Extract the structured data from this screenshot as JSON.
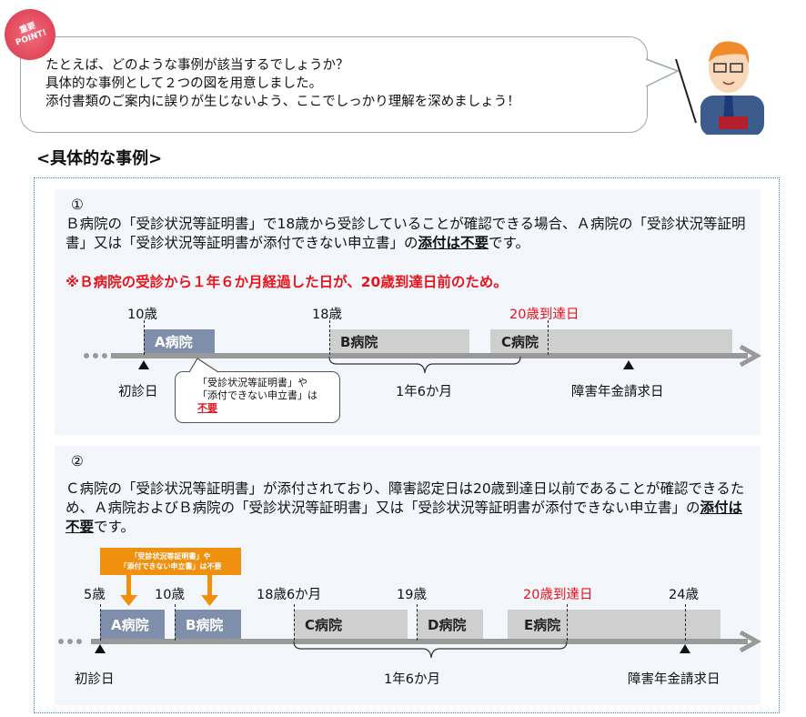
{
  "badge": {
    "top": "重要",
    "bottom": "POINT!"
  },
  "bubble": {
    "text": "たとえば、どのような事例が該当するでしょうか？\n具体的な事例として２つの図を用意しました。\n添付書類のご案内に誤りが生じないよう、ここでしっかり理解を深めましょう！"
  },
  "heading": "<具体的な事例>",
  "case1": {
    "num": "①",
    "text_a": "Ｂ病院の「受診状況等証明書」で18歳から受診していることが確認できる場合、Ａ病院の「受診状況等証明書」又は「受診状況等証明書が添付できない申立書」の",
    "text_b": "添付は不要",
    "text_c": "です。",
    "note": "※Ｂ病院の受診から１年６か月経過した日が、20歳到達日前のため。",
    "ages": [
      "10歳",
      "18歳",
      "20歳到達日"
    ],
    "hospitals": [
      "A病院",
      "B病院",
      "C病院"
    ],
    "first_visit": "初診日",
    "period": "1年6か月",
    "claim": "障害年金請求日",
    "callout": {
      "line1": "「受診状況等証明書」や",
      "line2": "「添付できない申立書」は",
      "line3": "不要"
    }
  },
  "case2": {
    "num": "②",
    "text_a": "Ｃ病院の「受診状況等証明書」が添付されており、障害認定日は20歳到達日以前であることが確認できるため、Ａ病院およびＢ病院の「受診状況等証明書」又は「受診状況等証明書が添付できない申立書」の",
    "text_b": "添付は不要",
    "text_c": "です。",
    "orange": {
      "line1": "「受診状況等証明書」や",
      "line2": "「添付できない申立書」は不要"
    },
    "ages": [
      "5歳",
      "10歳",
      "18歳6か月",
      "19歳",
      "20歳到達日",
      "24歳"
    ],
    "hospitals": [
      "A病院",
      "B病院",
      "C病院",
      "D病院",
      "E病院"
    ],
    "first_visit": "初診日",
    "period": "1年6か月",
    "claim": "障害年金請求日"
  }
}
